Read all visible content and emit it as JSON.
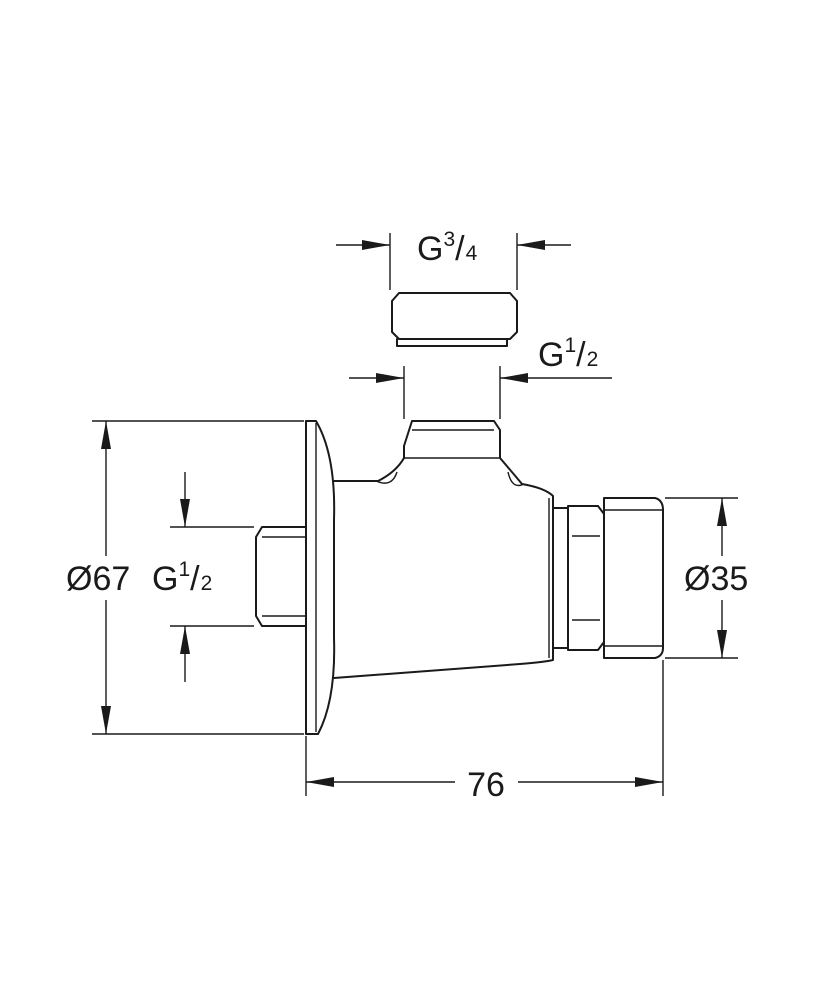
{
  "dimensions": {
    "top_nut_thread": {
      "g": "G",
      "num": "3",
      "slash": "/",
      "den": "4"
    },
    "top_stem_thread": {
      "g": "G",
      "num": "1",
      "slash": "/",
      "den": "2"
    },
    "left_outer_diameter": "Ø67",
    "left_inlet_thread": {
      "g": "G",
      "num": "1",
      "slash": "/",
      "den": "2"
    },
    "right_diameter": "Ø35",
    "overall_length": "76"
  },
  "colors": {
    "line": "#1a1a1a",
    "background": "#ffffff"
  }
}
